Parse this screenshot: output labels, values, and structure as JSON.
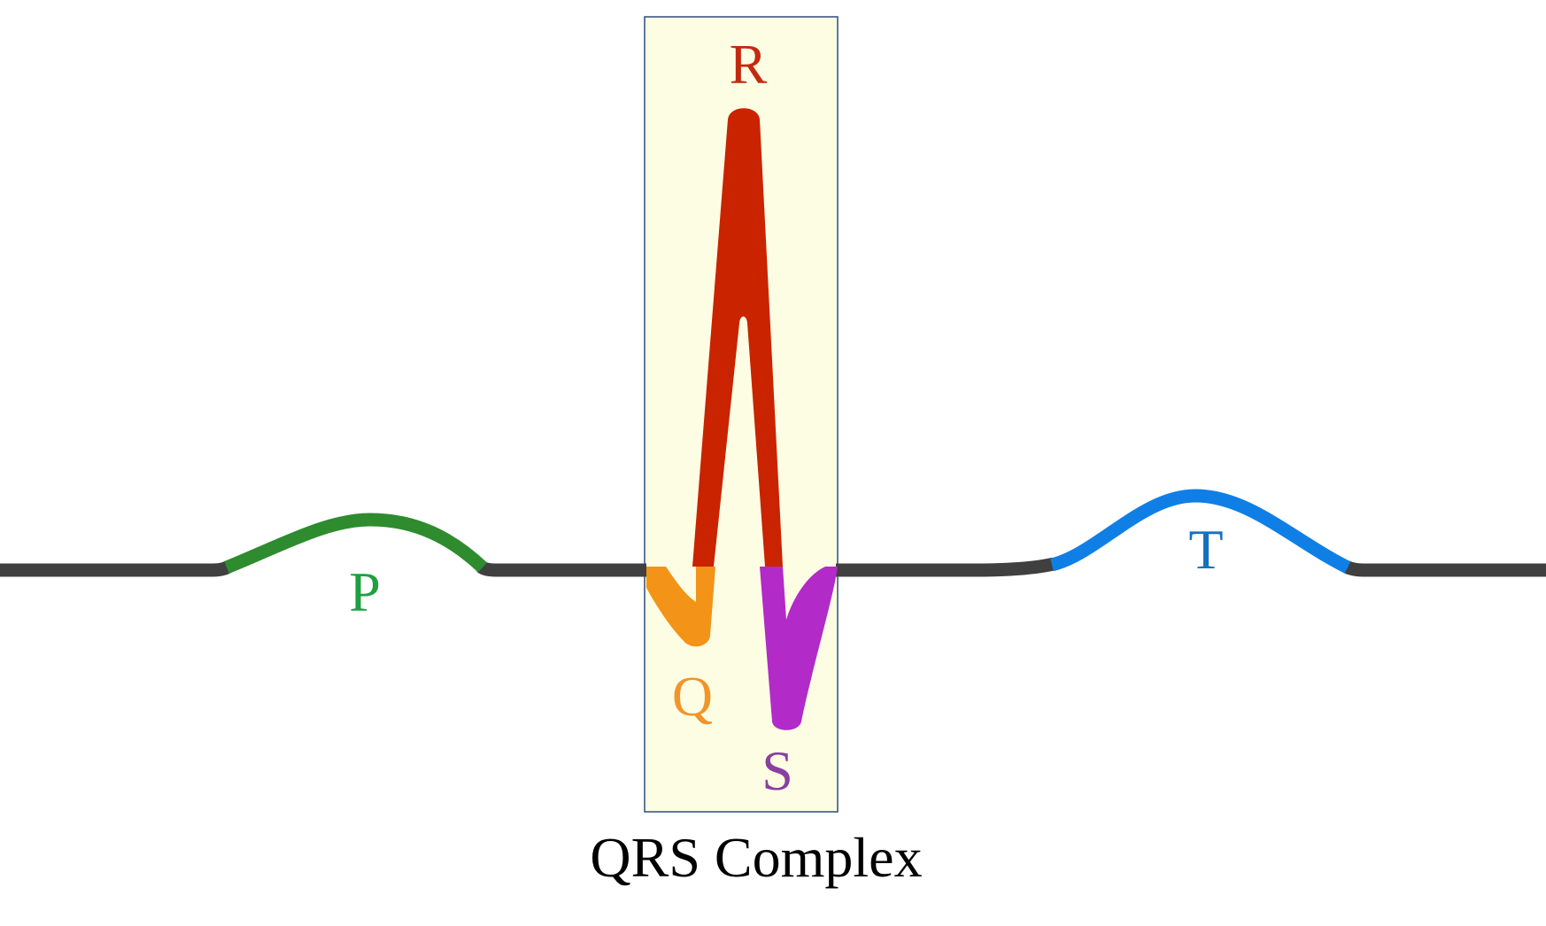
{
  "diagram": {
    "labels": {
      "p": "P",
      "q": "Q",
      "r": "R",
      "s": "S",
      "t": "T",
      "complex": "QRS Complex"
    },
    "colors": {
      "baseline": "#404040",
      "p_wave": "#2e8b2e",
      "p_label": "#1fa040",
      "q_wave": "#f39318",
      "q_label": "#f0952a",
      "r_wave": "#c92300",
      "r_label": "#c22a10",
      "s_wave": "#b22ac8",
      "s_label": "#8a3fa0",
      "t_wave": "#0f7fe6",
      "t_label": "#1670c0",
      "box_fill": "#fdfde4",
      "box_stroke": "#2c4e7a"
    }
  }
}
